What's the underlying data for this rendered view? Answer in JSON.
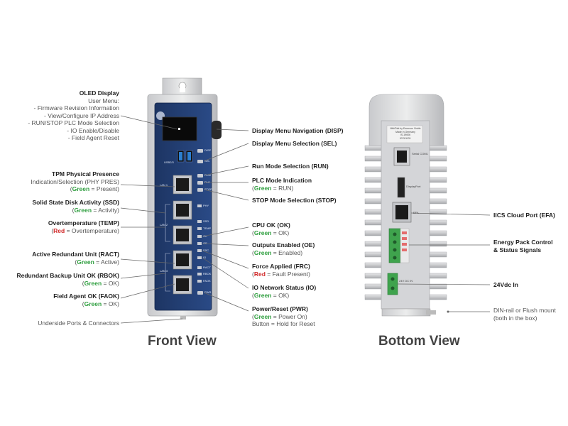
{
  "front": {
    "title": "Front View",
    "left": [
      {
        "title": "OLED Display",
        "lines": [
          "User Menu:",
          "-  Firmware Revision Information",
          "-  View/Configure IP Address",
          "-  RUN/STOP PLC Mode Selection",
          "-  IO Enable/Disable",
          "-  Field Agent Reset"
        ]
      },
      {
        "title": "TPM Physical Presence",
        "lines": [
          "Indication/Selection (PHY PRES)"
        ],
        "status": {
          "color": "Green",
          "text": " = Present)"
        }
      },
      {
        "title": "Solid State Disk Activity (SSD)",
        "status": {
          "color": "Green",
          "text": " = Activity)"
        }
      },
      {
        "title": "Overtemperature (TEMP)",
        "status": {
          "color": "Red",
          "text": " = Overtemperature)"
        }
      },
      {
        "title": "Active Redundant Unit (RACT)",
        "status": {
          "color": "Green",
          "text": " = Active)"
        }
      },
      {
        "title": "Redundant Backup Unit OK (RBOK)",
        "status": {
          "color": "Green",
          "text": " = OK)"
        }
      },
      {
        "title": "Field Agent OK (FAOK)",
        "status": {
          "color": "Green",
          "text": " = OK)"
        }
      }
    ],
    "underside": "Underside Ports & Connectors",
    "right": [
      {
        "title": "Display Menu Navigation (DISP)"
      },
      {
        "title": "Display Menu Selection (SEL)"
      },
      {
        "title": "Run Mode Selection (RUN)"
      },
      {
        "title": "PLC Mode Indication",
        "status": {
          "color": "Green",
          "text": " = RUN)"
        }
      },
      {
        "title": "STOP Mode Selection (STOP)"
      },
      {
        "title": "CPU OK (OK)",
        "status": {
          "color": "Green",
          "text": " = OK)"
        }
      },
      {
        "title": "Outputs Enabled (OE)",
        "status": {
          "color": "Green",
          "text": " = Enabled)"
        }
      },
      {
        "title": "Force Applied (FRC)",
        "status": {
          "color": "Red",
          "text": " = Fault Present)"
        }
      },
      {
        "title": "IO Network Status (IO)",
        "status": {
          "color": "Green",
          "text": " = OK)"
        }
      },
      {
        "title": "Power/Reset (PWR)",
        "status": {
          "color": "Green",
          "text": " = Power On)"
        },
        "extra": "Button = Hold for Reset"
      }
    ],
    "panel_labels": {
      "usb": "USB2/3",
      "disp": "DISP",
      "sel": "SEL",
      "run": "RUN",
      "plc": "PLC",
      "stop": "STOP",
      "lan1": "LAN 1",
      "phy": "PHY PRES",
      "lan2": "LAN 2",
      "ssd": "SSD",
      "temp": "TEMP",
      "ok": "OK",
      "oe": "OE",
      "frc": "FRC",
      "lan3": "LAN 3",
      "racts": "RACT",
      "rbok": "RBOK",
      "faok": "FAOK",
      "io": "IO",
      "pwr": "PWR"
    }
  },
  "bottom": {
    "title": "Bottom View",
    "right": [
      {
        "title": "IICS Cloud Port (EFA)"
      },
      {
        "title": "Energy Pack Control",
        "title2": "& Status Signals"
      },
      {
        "title": "24Vdc In"
      },
      {
        "plain": [
          "DIN-rail or Flush mount",
          "(both in the box)"
        ]
      }
    ],
    "plate_lines": [
      "Mfd/Dist by Emerson Gmbh",
      "Made in Germany",
      "IS-19606",
      "IEC61131"
    ],
    "panel_labels": {
      "serial": "Serial COM1",
      "display": "DisplayPort",
      "efa": "EFA",
      "power": "24V DC IN"
    }
  },
  "colors": {
    "blue_panel": "#203b6d",
    "green": "#2e9e3e",
    "red": "#d12b2b",
    "housing": "#d9dadc",
    "terminal": "#3fa34d"
  }
}
